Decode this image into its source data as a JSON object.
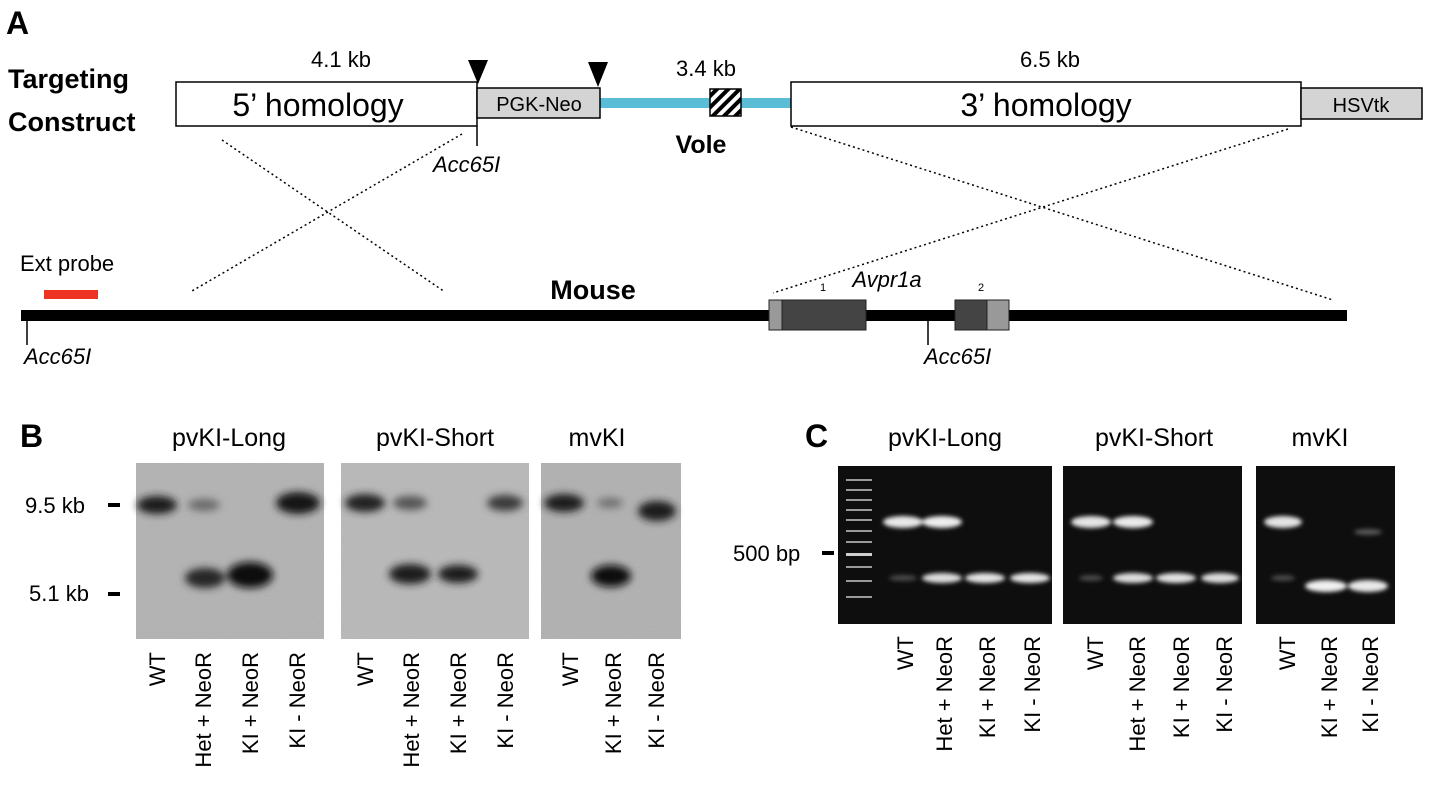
{
  "panelA": {
    "label": "A",
    "construct_title_line1": "Targeting",
    "construct_title_line2": "Construct",
    "five_homology": "5’ homology",
    "five_homology_size": "4.1 kb",
    "pgk_neo": "PGK-Neo",
    "vole_size": "3.4 kb",
    "vole": "Vole",
    "three_homology": "3’ homology",
    "three_homology_size": "6.5 kb",
    "hsvtk": "HSVtk",
    "acc65i": "Acc65I",
    "ext_probe": "Ext probe",
    "mouse": "Mouse",
    "gene": "Avpr1a",
    "exon1": "1",
    "exon2": "2",
    "colors": {
      "vole_line": "#5bbcd6",
      "probe": "#ee3322",
      "box_gray": "#d4d4d4",
      "exon_dark": "#444444",
      "exon_light": "#999999"
    }
  },
  "panelB": {
    "label": "B",
    "marker_upper": "9.5 kb",
    "marker_lower": "5.1 kb",
    "blots": [
      {
        "title": "pvKI-Long",
        "lanes": [
          "WT",
          "Het + NeoR",
          "KI + NeoR",
          "KI - NeoR"
        ]
      },
      {
        "title": "pvKI-Short",
        "lanes": [
          "WT",
          "Het + NeoR",
          "KI + NeoR",
          "KI - NeoR"
        ]
      },
      {
        "title": "mvKI",
        "lanes": [
          "WT",
          "KI + NeoR",
          "KI - NeoR"
        ]
      }
    ]
  },
  "panelC": {
    "label": "C",
    "marker": "500 bp",
    "gels": [
      {
        "title": "pvKI-Long",
        "lanes": [
          "WT",
          "Het + NeoR",
          "KI + NeoR",
          "KI - NeoR"
        ]
      },
      {
        "title": "pvKI-Short",
        "lanes": [
          "WT",
          "Het + NeoR",
          "KI + NeoR",
          "KI - NeoR"
        ]
      },
      {
        "title": "mvKI",
        "lanes": [
          "WT",
          "KI + NeoR",
          "KI - NeoR"
        ]
      }
    ]
  }
}
